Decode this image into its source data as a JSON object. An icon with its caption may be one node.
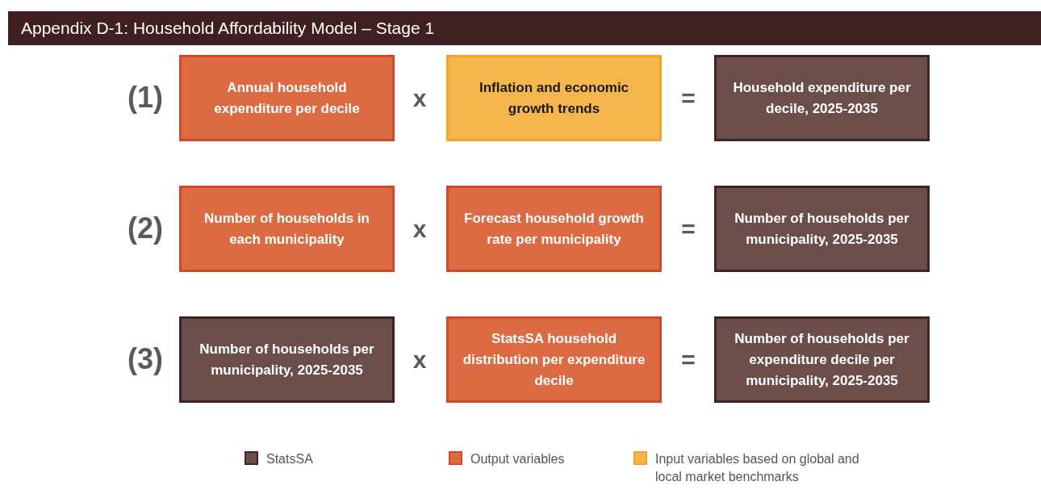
{
  "diagram": {
    "title": "Appendix D-1: Household Affordability Model – Stage 1",
    "nodes": [
      {
        "text": [
          "Annual household expenditure per decile"
        ]
      },
      {
        "text": [
          "Inflation and economic growth trends"
        ]
      },
      {
        "text": [
          "Household expenditure per decile, 2025-2035"
        ]
      },
      {
        "text": [
          "Number of households in each municipality"
        ]
      },
      {
        "text": [
          "Forecast household growth rate per municipality"
        ]
      },
      {
        "text": [
          "Number of households per municipality, 2025-2035"
        ]
      },
      {
        "text": [
          "Number of households per municipality, 2025-2035"
        ]
      },
      {
        "text": [
          "StatsSA household distribution per expenditure decile"
        ]
      },
      {
        "text": [
          "Number of households per expenditure decile per municipality, 2025-2035"
        ]
      }
    ],
    "edges": [],
    "labels": [
      "(1)",
      "x",
      "=",
      "(2)",
      "x",
      "=",
      "(3)",
      "x",
      "="
    ],
    "legend": [
      {
        "text": "StatsSA",
        "color": "#6b4e4a"
      },
      {
        "text": "Output variables",
        "color": "#dc6b43"
      },
      {
        "text": "Input variables based on global and local market benchmarks",
        "color": "#f5b64d"
      }
    ]
  }
}
